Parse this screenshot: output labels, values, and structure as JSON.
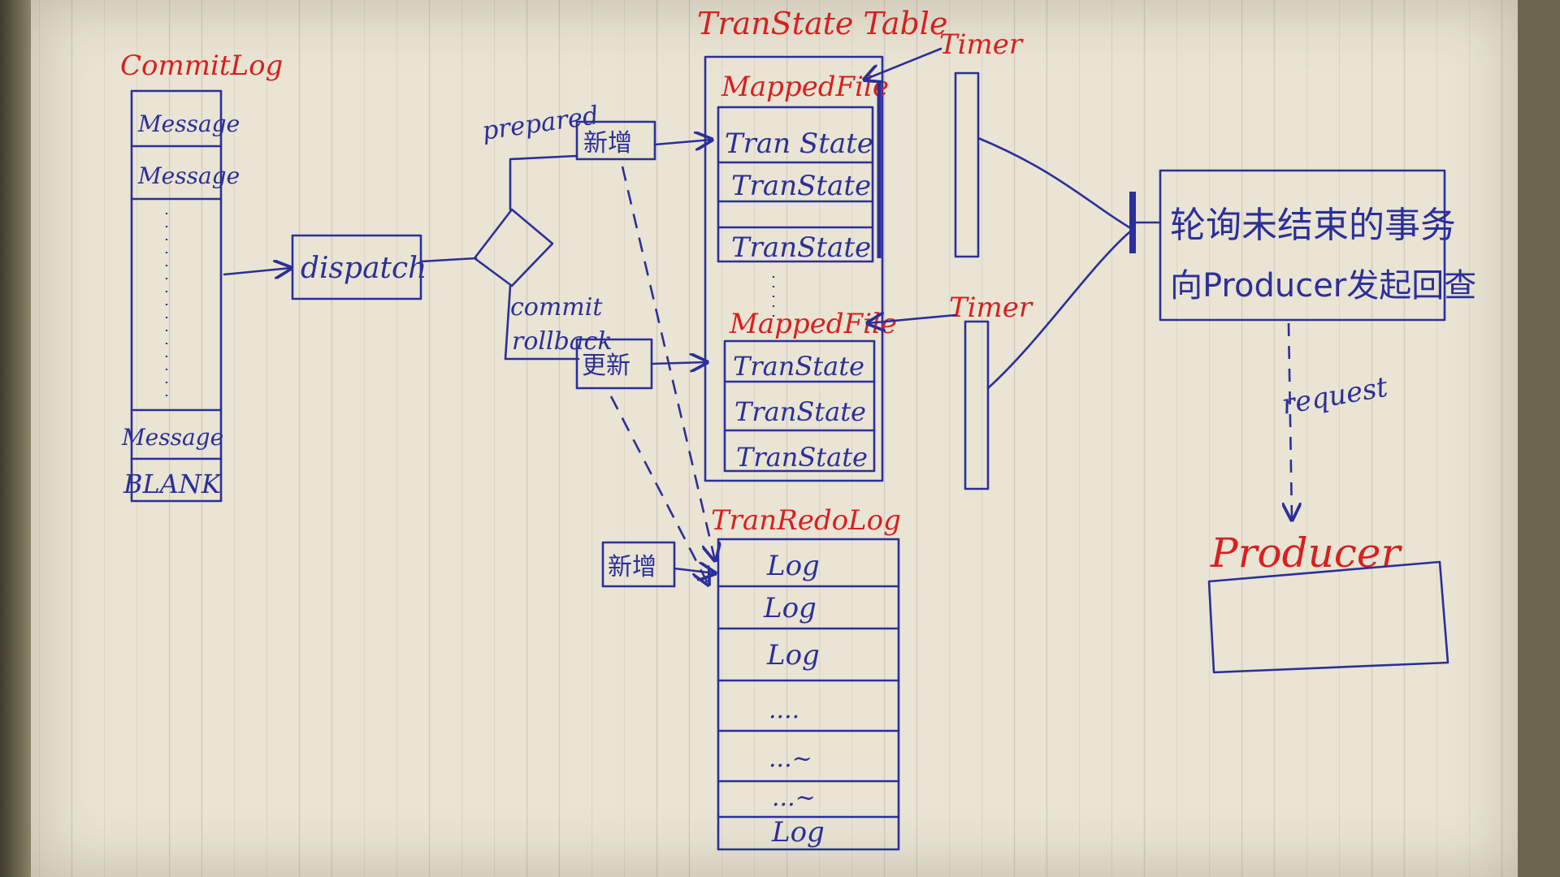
{
  "titles": {
    "commit_log": "CommitLog",
    "transtate_table": "TranState Table",
    "tranredo_log": "TranRedoLog",
    "producer": "Producer",
    "timer_top": "Timer",
    "timer_bottom": "Timer"
  },
  "commit_log": {
    "cells_top": [
      "Message",
      "Message"
    ],
    "cells_bottom": [
      "Message",
      "BLANK"
    ]
  },
  "flow": {
    "dispatch": "dispatch",
    "prepared": "prepared",
    "commit": "commit",
    "rollback": "rollback",
    "add_top": "新增",
    "update": "更新",
    "add_bottom": "新增"
  },
  "transtate_table": {
    "mapped_file_top": "MappedFile",
    "mapped_file_bottom": "MappedFile",
    "rows_top": [
      "Tran State",
      "TranState",
      "TranState"
    ],
    "rows_bottom": [
      "TranState",
      "TranState",
      "TranState"
    ]
  },
  "tranredo_log": {
    "rows": [
      "Log",
      "Log",
      "Log",
      "....",
      "...~",
      "...~",
      "Log"
    ]
  },
  "check_box": {
    "line1": "轮询未结束的事务",
    "line2": "向Producer发起回查"
  },
  "request": "request",
  "colors": {
    "ink_blue": "#2b2f9a",
    "ink_red": "#d8201f",
    "paper": "#e9e4d3"
  }
}
